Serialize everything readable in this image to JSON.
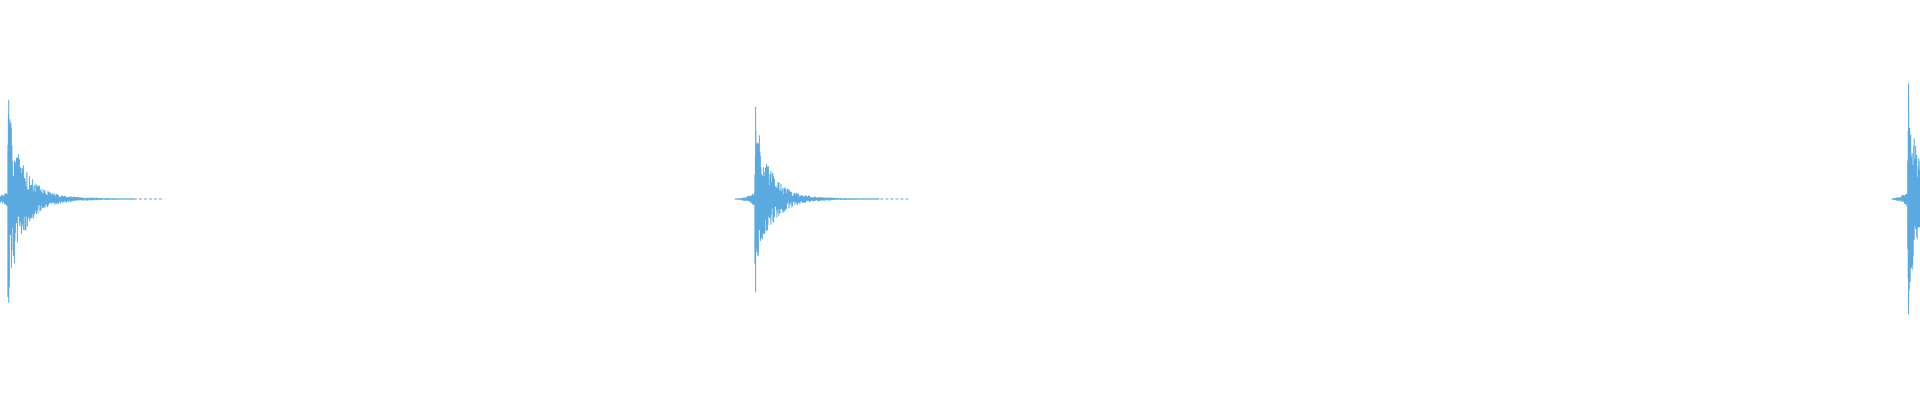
{
  "waveform": {
    "background_color": "#ffffff",
    "wave_color": "#5aa9e0",
    "bursts": [
      {
        "peak_up": 0.84,
        "peak_down": 0.88,
        "decay": 0.065,
        "seed": 7,
        "reach": 0.12,
        "tail_start": 0.015
      },
      {
        "peak_up": 0.78,
        "peak_down": 0.79,
        "decay": 0.062,
        "seed": 19,
        "reach": 0.118,
        "tail_start": 0.01
      },
      {
        "peak_up": 0.98,
        "peak_down": 0.98,
        "decay": 0.05,
        "seed": 31,
        "reach": 0.014,
        "tail_start": 0.008
      }
    ],
    "burst_times": [
      0.004,
      0.393,
      0.9935
    ]
  }
}
